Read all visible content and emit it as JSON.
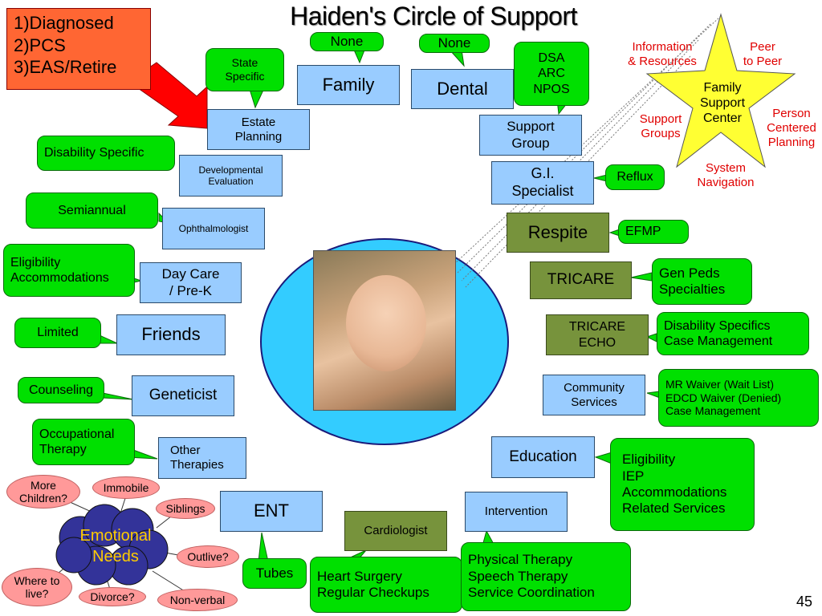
{
  "title": "Haiden's Circle of Support",
  "page_number": "45",
  "orange_box": {
    "lines": "1)Diagnosed\n2)PCS\n3)EAS/Retire"
  },
  "star": {
    "label": "Family\nSupport\nCenter"
  },
  "star_labels": {
    "info": "Information\n& Resources",
    "peer": "Peer\nto Peer",
    "support_groups": "Support\nGroups",
    "person": "Person\nCentered\nPlanning",
    "navigation": "System\nNavigation"
  },
  "blue_boxes": {
    "family": "Family",
    "dental": "Dental",
    "estate": "Estate\nPlanning",
    "developmental": "Developmental\nEvaluation",
    "ophthalmologist": "Ophthalmologist",
    "daycare": "Day Care\n/ Pre-K",
    "friends": "Friends",
    "geneticist": "Geneticist",
    "other_therapies": "Other\nTherapies",
    "ent": "ENT",
    "intervention": "Intervention",
    "education": "Education",
    "community": "Community\nServices",
    "support_group": "Support\nGroup",
    "gi": "G.I.\nSpecialist"
  },
  "olive_boxes": {
    "respite": "Respite",
    "tricare": "TRICARE",
    "tricare_echo": "TRICARE\nECHO",
    "cardiologist": "Cardiologist"
  },
  "green_callouts": {
    "none1": "None",
    "none2": "None",
    "state": "State\nSpecific",
    "dsa": "DSA\nARC\nNPOS",
    "disability_specific": "Disability Specific",
    "semiannual": "Semiannual",
    "eligibility_acc": "Eligibility\nAccommodations",
    "limited": "Limited",
    "counseling": "Counseling",
    "occupational": "Occupational\nTherapy",
    "tubes": "Tubes",
    "heart": "Heart Surgery\nRegular Checkups",
    "physical": "Physical Therapy\nSpeech Therapy\nService Coordination",
    "eligibility_iep": "Eligibility\nIEP\nAccommodations\nRelated Services",
    "mr_waiver": "MR Waiver (Wait List)\nEDCD Waiver (Denied)\nCase Management",
    "disability_case": "Disability Specifics\nCase Management",
    "gen_peds": "Gen Peds\nSpecialties",
    "efmp": "EFMP",
    "reflux": "Reflux"
  },
  "emotional": {
    "center": "Emotional\nNeeds",
    "more_children": "More\nChildren?",
    "immobile": "Immobile",
    "siblings": "Siblings",
    "outlive": "Outlive?",
    "where_live": "Where to\nlive?",
    "divorce": "Divorce?",
    "nonverbal": "Non-verbal"
  },
  "colors": {
    "blue_box": "#99ccff",
    "olive_box": "#77933c",
    "green_callout": "#00e000",
    "orange_box": "#ff6633",
    "star": "#ffff33",
    "ellipse": "#33ccff",
    "emotional_cloud": "#333399",
    "pink_cloud": "#ff9999",
    "red_text": "#e00000"
  }
}
